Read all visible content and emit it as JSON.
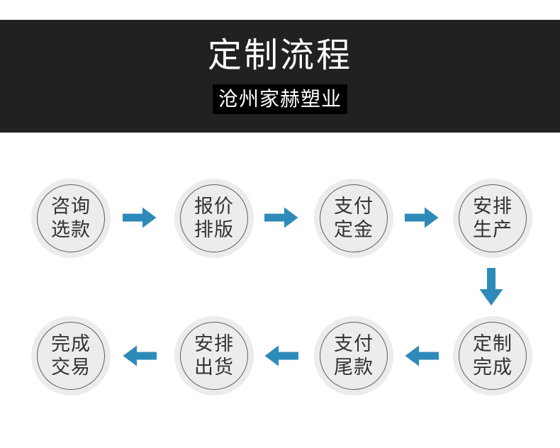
{
  "title_banner": {
    "title": "定制流程",
    "subtitle": "沧州家赫塑业"
  },
  "colors": {
    "banner_bg": "#212121",
    "subtitle_bg": "#000000",
    "banner_text": "#ffffff",
    "arrow": "#2e8ab9",
    "circle_bg": "#ececec",
    "circle_ring": "#5f5f5f",
    "step_text": "#333333",
    "page_bg": "#ffffff"
  },
  "flow": {
    "steps": [
      {
        "line1": "咨询",
        "line2": "选款"
      },
      {
        "line1": "报价",
        "line2": "排版"
      },
      {
        "line1": "支付",
        "line2": "定金"
      },
      {
        "line1": "安排",
        "line2": "生产"
      },
      {
        "line1": "定制",
        "line2": "完成"
      },
      {
        "line1": "支付",
        "line2": "尾款"
      },
      {
        "line1": "安排",
        "line2": "出货"
      },
      {
        "line1": "完成",
        "line2": "交易"
      }
    ]
  }
}
